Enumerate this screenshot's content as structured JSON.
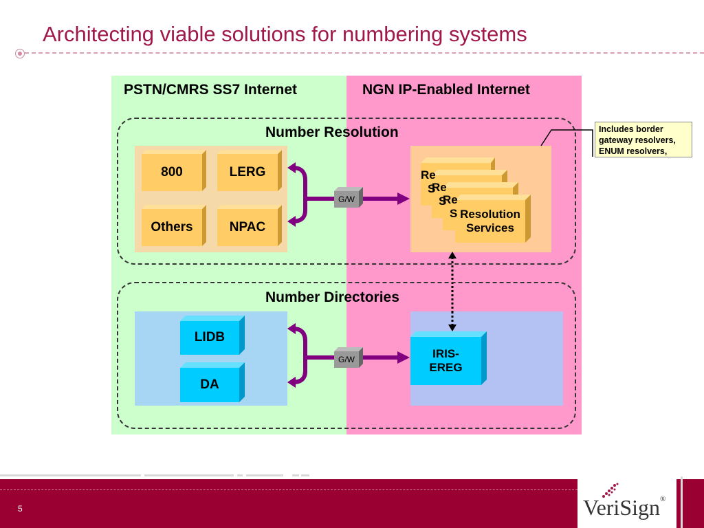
{
  "slide": {
    "title": "Architecting viable solutions for numbering systems",
    "page_number": "5"
  },
  "panels": {
    "left_header": "PSTN/CMRS SS7 Internet",
    "right_header": "NGN IP-Enabled Internet"
  },
  "sections": {
    "resolution_title": "Number Resolution",
    "directories_title": "Number Directories"
  },
  "resolution_blocks": {
    "b800": "800",
    "lerg": "LERG",
    "others": "Others",
    "npac": "NPAC"
  },
  "resolution_services": {
    "line1": "Resolution",
    "line2": "Services",
    "stub1_line1": "Re",
    "stub1_line2": "S",
    "stub2_line1": "Re",
    "stub2_line2": "S",
    "stub3_line1": "Re",
    "stub3_line2": "S"
  },
  "directory_blocks": {
    "lidb": "LIDB",
    "da": "DA",
    "iris_line1": "IRIS-",
    "iris_line2": "EREG"
  },
  "gateway_label": "G/W",
  "callout": {
    "line1": "Includes border",
    "line2": "gateway resolvers,",
    "line3": "ENUM resolvers,"
  },
  "logo": {
    "text": "VeriSign",
    "mark": "®"
  },
  "colors": {
    "title": "#a0174a",
    "left_panel": "#ccffcc",
    "right_panel": "#ff99cc",
    "resolution_region": "#f5d9a8",
    "resolution_region_right": "#ffcc99",
    "resolution_block": "#ffcc66",
    "directory_region_left": "#a6d6f4",
    "directory_region_right": "#b3c2f2",
    "directory_block": "#00ccff",
    "arrow": "#800080",
    "gateway": "#999999",
    "footer": "#9b0033"
  }
}
